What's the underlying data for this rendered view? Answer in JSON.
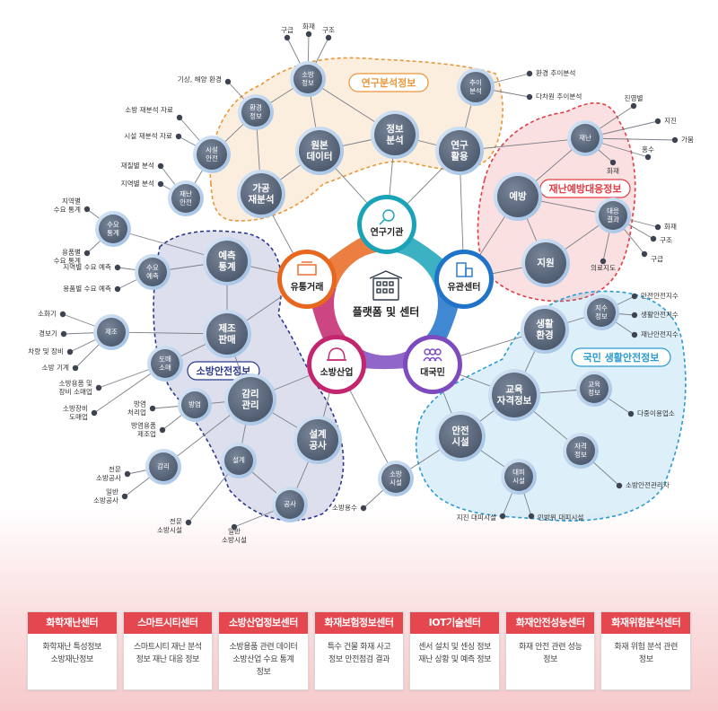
{
  "center": {
    "title": "플랫폼 및 센터"
  },
  "hubs": [
    {
      "id": "research",
      "label": "연구기관",
      "color": "#1aa3b8"
    },
    {
      "id": "related",
      "label": "유관센터",
      "color": "#1f73c9"
    },
    {
      "id": "public",
      "label": "대국민",
      "color": "#7d4bbf"
    },
    {
      "id": "fireind",
      "label": "소방산업",
      "color": "#c3266f"
    },
    {
      "id": "dist",
      "label": "유통거래",
      "color": "#e8671f"
    }
  ],
  "zones": [
    {
      "id": "research",
      "label": "연구분석정보",
      "color": "#e8973a"
    },
    {
      "id": "disaster",
      "label": "재난예방대응정보",
      "color": "#e23c45"
    },
    {
      "id": "living",
      "label": "국민 생활안전정보",
      "color": "#2b9bd1"
    },
    {
      "id": "fire",
      "label": "소방안전정보",
      "color": "#2d3a8c"
    }
  ],
  "nodes": [
    {
      "id": "n1",
      "label": "소방\n정보"
    },
    {
      "id": "n2",
      "label": "환경\n정보"
    },
    {
      "id": "n3",
      "label": "시설\n안전"
    },
    {
      "id": "n4",
      "label": "재난\n안전"
    },
    {
      "id": "n5",
      "label": "원본\n데이터"
    },
    {
      "id": "n6",
      "label": "정보\n분석"
    },
    {
      "id": "n7",
      "label": "연구\n활용"
    },
    {
      "id": "n8",
      "label": "추이\n분석"
    },
    {
      "id": "n9",
      "label": "가공\n재분석"
    },
    {
      "id": "n10",
      "label": "재난"
    },
    {
      "id": "n11",
      "label": "예방"
    },
    {
      "id": "n12",
      "label": "대응\n결과"
    },
    {
      "id": "n13",
      "label": "지원"
    },
    {
      "id": "n14",
      "label": "생활\n환경"
    },
    {
      "id": "n15",
      "label": "지수\n정보"
    },
    {
      "id": "n16",
      "label": "교육\n자격정보"
    },
    {
      "id": "n17",
      "label": "교육\n정보"
    },
    {
      "id": "n18",
      "label": "자격\n정보"
    },
    {
      "id": "n19",
      "label": "안전\n시설"
    },
    {
      "id": "n20",
      "label": "대피\n시설"
    },
    {
      "id": "n21",
      "label": "소방\n시설"
    },
    {
      "id": "n22",
      "label": "수요\n통계"
    },
    {
      "id": "n23",
      "label": "수요\n예측"
    },
    {
      "id": "n24",
      "label": "예측\n통계"
    },
    {
      "id": "n25",
      "label": "제조"
    },
    {
      "id": "n26",
      "label": "제조\n판매"
    },
    {
      "id": "n27",
      "label": "도매\n소매"
    },
    {
      "id": "n28",
      "label": "방염"
    },
    {
      "id": "n29",
      "label": "감리\n관리"
    },
    {
      "id": "n30",
      "label": "감리"
    },
    {
      "id": "n31",
      "label": "설계"
    },
    {
      "id": "n32",
      "label": "설계\n공사"
    },
    {
      "id": "n33",
      "label": "공사"
    }
  ],
  "leaves": [
    {
      "id": "l1",
      "label": "구급"
    },
    {
      "id": "l2",
      "label": "화재"
    },
    {
      "id": "l3",
      "label": "구조"
    },
    {
      "id": "l4",
      "label": "기상, 해양 환경"
    },
    {
      "id": "l5",
      "label": "소방 재분석 자료"
    },
    {
      "id": "l6",
      "label": "시설 재분석 자료"
    },
    {
      "id": "l7",
      "label": "재질별 분석"
    },
    {
      "id": "l8",
      "label": "지역별 분석"
    },
    {
      "id": "l9",
      "label": "환경 추이분석"
    },
    {
      "id": "l10",
      "label": "다차원 추이분석"
    },
    {
      "id": "l11",
      "label": "진영별"
    },
    {
      "id": "l12",
      "label": "지진"
    },
    {
      "id": "l13",
      "label": "가뭄"
    },
    {
      "id": "l14",
      "label": "홍수"
    },
    {
      "id": "l15",
      "label": "화재"
    },
    {
      "id": "l16",
      "label": "화재"
    },
    {
      "id": "l17",
      "label": "구조"
    },
    {
      "id": "l18",
      "label": "구급"
    },
    {
      "id": "l19",
      "label": "의료지도"
    },
    {
      "id": "l20",
      "label": "안전안전지수"
    },
    {
      "id": "l21",
      "label": "생활안전지수"
    },
    {
      "id": "l22",
      "label": "재난안전지수"
    },
    {
      "id": "l23",
      "label": "다중이용업소"
    },
    {
      "id": "l24",
      "label": "소방안전관리자"
    },
    {
      "id": "l25",
      "label": "지진 대피시설"
    },
    {
      "id": "l26",
      "label": "민방위 대피시설"
    },
    {
      "id": "l27",
      "label": "소방용수"
    },
    {
      "id": "l28",
      "label": "지역별\n수요 통계"
    },
    {
      "id": "l29",
      "label": "용품별\n수요 통계"
    },
    {
      "id": "l30",
      "label": "지역별 수요 예측"
    },
    {
      "id": "l31",
      "label": "용품별 수요 예측"
    },
    {
      "id": "l32",
      "label": "소화기"
    },
    {
      "id": "l33",
      "label": "경보기"
    },
    {
      "id": "l34",
      "label": "차량 및 장비"
    },
    {
      "id": "l35",
      "label": "소방 기계"
    },
    {
      "id": "l36",
      "label": "소방용품 및\n장비 소매업"
    },
    {
      "id": "l37",
      "label": "소방장비\n도매업"
    },
    {
      "id": "l38",
      "label": "방염\n처리업"
    },
    {
      "id": "l39",
      "label": "방염용품\n제조업"
    },
    {
      "id": "l40",
      "label": "전문\n소방공사"
    },
    {
      "id": "l41",
      "label": "일반\n소방공사"
    },
    {
      "id": "l42",
      "label": "전문\n소방시설"
    },
    {
      "id": "l43",
      "label": "일반\n소방시설"
    }
  ],
  "centers": [
    {
      "title": "화학재난센터",
      "desc": "화학재난 특성정보\n소방재난정보"
    },
    {
      "title": "스마트시티센터",
      "desc": "스마트시티 재난 분석\n정보 재난 대응 정보"
    },
    {
      "title": "소방산업정보센터",
      "desc": "소방용품 관련 데이터\n소방산업 수요 통계\n정보"
    },
    {
      "title": "화재보험정보센터",
      "desc": "특수 건물 화재 사고\n정보 안전점검 결과"
    },
    {
      "title": "IOT기술센터",
      "desc": "센서 설치 및 센싱 정보\n재난 상황 및 예측 정보"
    },
    {
      "title": "화재안전성능센터",
      "desc": "화재 안전 관련 성능\n정보"
    },
    {
      "title": "화재위험분석센터",
      "desc": "화재 위험 분석 관련\n정보"
    }
  ]
}
